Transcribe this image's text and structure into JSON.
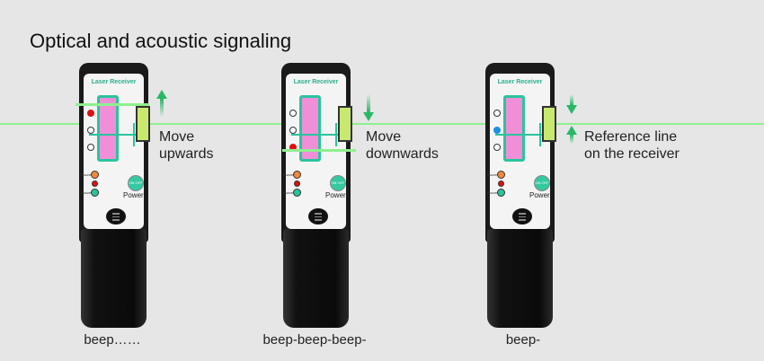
{
  "title": "Optical and acoustic signaling",
  "device": {
    "brand": "Laser Receiver",
    "buzzer_on": "Buzzer on",
    "buzzer_off": "Buzzer off",
    "on_off": "ON OFF",
    "power": "Power"
  },
  "colors": {
    "laser": "#8ef08e",
    "teal": "#2ac49c",
    "led_red": "#e01010",
    "led_blue": "#1e8fe0"
  },
  "panels": [
    {
      "label": "Move\nupwards",
      "beep": "beep……",
      "lit_led": "top",
      "led_color": "#e01010"
    },
    {
      "label": "Move\ndownwards",
      "beep": "beep-beep-beep-",
      "lit_led": "bottom",
      "led_color": "#e01010"
    },
    {
      "label": "Reference line\non the receiver",
      "beep": "beep-",
      "lit_led": "middle",
      "led_color": "#1e8fe0"
    }
  ]
}
